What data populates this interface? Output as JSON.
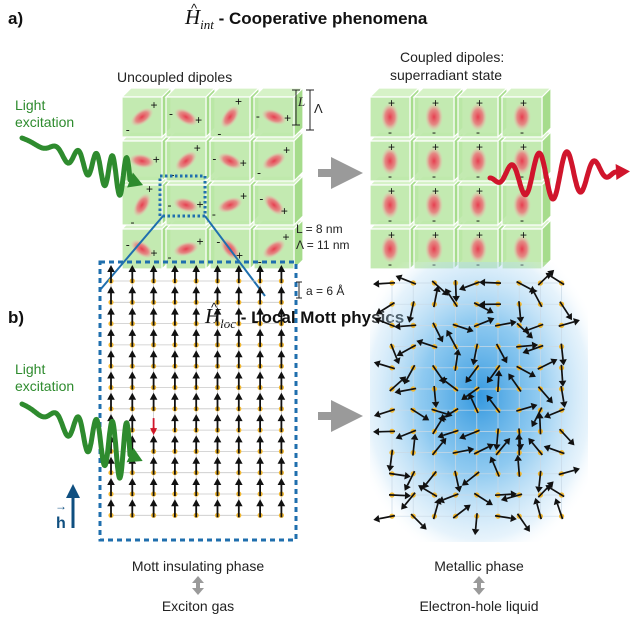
{
  "panel_a": {
    "letter": "a)",
    "hamiltonian_symbol": "H",
    "hamiltonian_subscript": "int",
    "title": " - Cooperative phenomena",
    "light_label_line1": "Light",
    "light_label_line2": "excitation",
    "uncoupled_label": "Uncoupled dipoles",
    "coupled_label_line1": "Coupled dipoles:",
    "coupled_label_line2": "superradiant state",
    "L_symbol": "L",
    "Lambda_symbol": "Λ",
    "L_value": "L = 8 nm",
    "Lambda_value": "Λ = 11 nm"
  },
  "panel_b": {
    "letter": "b)",
    "hamiltonian_symbol": "H",
    "hamiltonian_subscript": "loc",
    "title": " - Local Mott physics",
    "light_label_line1": "Light",
    "light_label_line2": "excitation",
    "lattice_constant": "a = 6 Å",
    "field_label": "h",
    "left_phase": "Mott insulating phase",
    "left_sub": "Exciton gas",
    "right_phase": "Metallic phase",
    "right_sub": "Electron-hole liquid"
  },
  "colors": {
    "green": "#2e8b2e",
    "red": "#d0152c",
    "blue_dash": "#1f6fae",
    "arrow_gray": "#9a9a9a",
    "spin_dot": "#f2b830",
    "cube_fill": "#bde8a8",
    "cube_stroke": "#ffffff"
  }
}
